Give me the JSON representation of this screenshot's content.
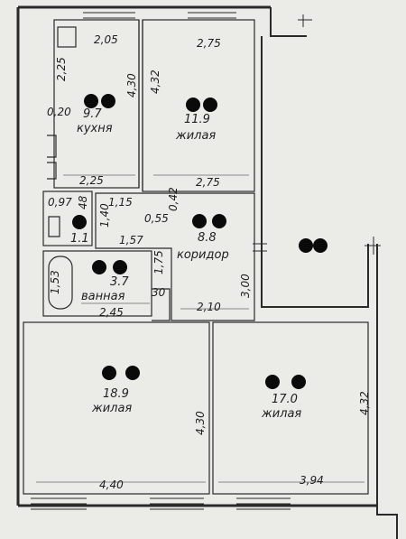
{
  "rooms": {
    "kitchen": {
      "area": "9.7",
      "name": "кухня"
    },
    "living1": {
      "area": "11.9",
      "name": "жилая"
    },
    "toilet": {
      "area": "1.1"
    },
    "corridor": {
      "area": "8.8",
      "name": "коридор"
    },
    "bathroom": {
      "area": "3.7",
      "name": "ванная"
    },
    "living2": {
      "area": "18.9",
      "name": "жилая"
    },
    "living3": {
      "area": "17.0",
      "name": "жилая"
    }
  },
  "dimensions": {
    "kitchen_top": "2,05",
    "kitchen_side_upper": "2,25",
    "kitchen_height": "4,30",
    "kitchen_niche": "0,20",
    "kitchen_bottom": "2,25",
    "living1_top": "2,75",
    "living1_height": "4,32",
    "living1_bottom": "2,75",
    "toilet_width": "0,97",
    "toilet_depth": "48",
    "passage_width": "1,15",
    "passage_depth": "1,40",
    "corridor_small": "0,55",
    "corridor_wall": "0,42",
    "corridor_lower": "1,57",
    "corridor_height": "3,00",
    "corridor_bottom": "2,10",
    "bath_height": "1,53",
    "bath_side": "1,75",
    "bath_niche": "30",
    "bath_bottom": "2,45",
    "living2_height": "4,30",
    "living2_bottom": "4,40",
    "living3_height": "4,32",
    "living3_bottom": "3,94"
  }
}
